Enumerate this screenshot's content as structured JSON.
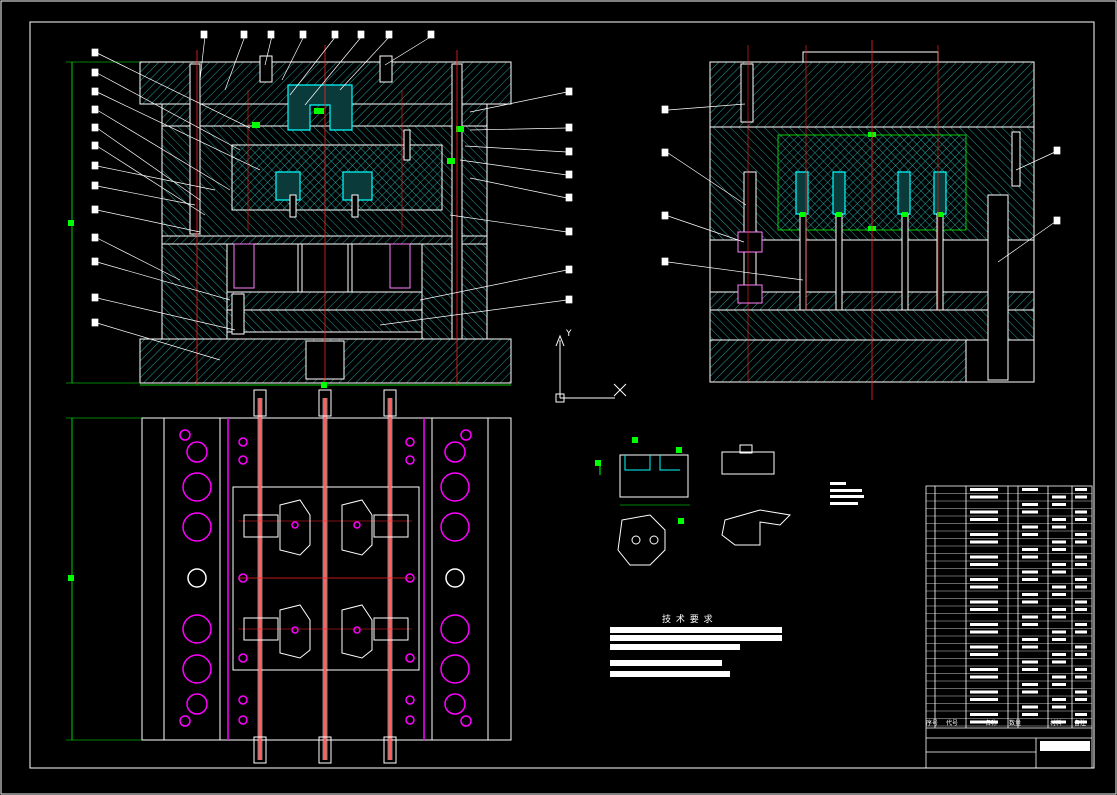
{
  "colors": {
    "background": "#000000",
    "outline": "#ffffff",
    "hatch": "#2ec4c4",
    "centerline": "#ff2020",
    "dimension": "#00ff00",
    "cavity": "#00ffff",
    "holes": "#ff00ff",
    "cooling": "#ff6060"
  },
  "tech": {
    "title": "技 术 要 求",
    "lines": [
      "",
      "",
      "",
      "",
      ""
    ]
  },
  "title_block": {
    "drawing_name": "",
    "column_headers": [
      "序号",
      "代号",
      "名称",
      "数量",
      "材料",
      "备注"
    ]
  },
  "axis": {
    "x": "X",
    "y": "Y"
  },
  "icons": {
    "balloon": "reference-balloon-icon",
    "ucs": "ucs-axis-icon"
  }
}
